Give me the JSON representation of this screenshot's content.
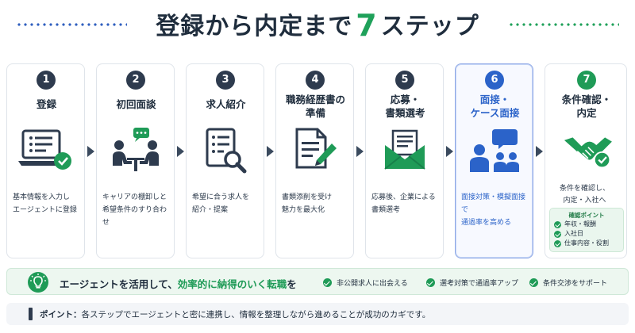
{
  "header": {
    "title_before": "登録から内定まで",
    "title_number": "7",
    "title_after": "ステップ"
  },
  "steps": [
    {
      "num": "1",
      "title": "登録",
      "desc": "基本情報を入力し\nエージェントに登録",
      "icon": "laptop-check-icon"
    },
    {
      "num": "2",
      "title": "初回面談",
      "desc": "キャリアの棚卸しと\n希望条件のすり合わせ",
      "icon": "meeting-icon"
    },
    {
      "num": "3",
      "title": "求人紹介",
      "desc": "希望に合う求人を\n紹介・提案",
      "icon": "document-search-icon"
    },
    {
      "num": "4",
      "title": "職務経歴書の\n準備",
      "desc": "書類添削を受け\n魅力を最大化",
      "icon": "document-pen-icon"
    },
    {
      "num": "5",
      "title": "応募・\n書類選考",
      "desc": "応募後、企業による\n書類選考",
      "icon": "mail-icon"
    },
    {
      "num": "6",
      "title": "面接・\nケース面接",
      "desc": "面接対策・模擬面接で\n通過率を高める",
      "icon": "interview-icon"
    },
    {
      "num": "7",
      "title": "条件確認・\n内定",
      "desc": "条件を確認し、\n内定・入社へ",
      "icon": "handshake-icon"
    }
  ],
  "confirm": {
    "title": "確認ポイント",
    "items": [
      "年収・報酬",
      "入社日",
      "仕事内容・役割"
    ]
  },
  "banner": {
    "text_before": "エージェントを活用して、",
    "text_highlight": "効率的に納得のいく転職",
    "text_after": "を",
    "items": [
      "非公開求人に出会える",
      "選考対策で通過率アップ",
      "条件交渉をサポート"
    ]
  },
  "point": {
    "label": "ポイント：",
    "text": "各ステップでエージェントと密に連携し、情報を整理しながら進めることが成功のカギです。"
  },
  "colors": {
    "dark": "#2e3b4e",
    "blue": "#2b63c9",
    "green": "#1f9b57"
  }
}
